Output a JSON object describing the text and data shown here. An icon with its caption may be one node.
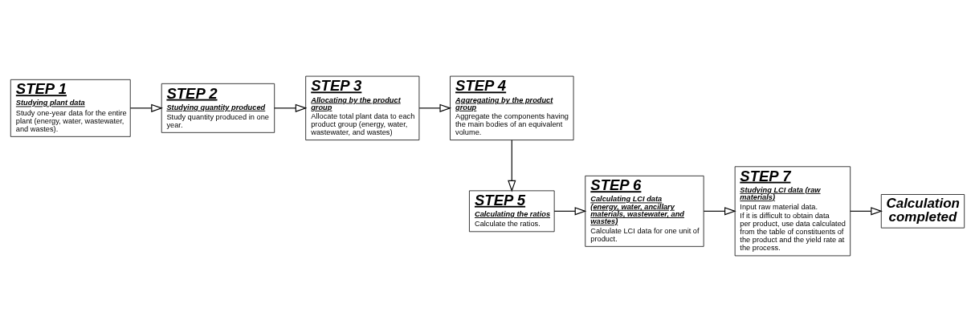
{
  "diagram": {
    "nodes": [
      {
        "text": [
          "STEP 1",
          "Studying plant data",
          "Study one-year data for the entire plant (energy, water, wastewater, and wastes)."
        ]
      },
      {
        "text": [
          "STEP 2",
          "Studying quantity produced",
          "Study quantity produced in one year."
        ]
      },
      {
        "text": [
          "STEP 3",
          "Allocating by the product group",
          "Allocate total plant data to each product group (energy, water, wastewater, and wastes)"
        ]
      },
      {
        "text": [
          "STEP 4",
          "Aggregating by the product group",
          "Aggregate the components having the main bodies of an equivalent volume."
        ]
      },
      {
        "text": [
          "STEP 5",
          "Calculating the ratios",
          "Calculate the ratios."
        ]
      },
      {
        "text": [
          "STEP 6",
          "Calculating LCI data (energy, water, ancillary materials, wastewater, and wastes)",
          "Calculate LCI data for one unit of product."
        ]
      },
      {
        "text": [
          "STEP 7",
          "Studying LCI data (raw materials)",
          "Input raw material data.",
          "If it is difficult to obtain data per product, use data calculated from the table of constituents of the product and the yield rate at the process."
        ]
      },
      {
        "text": [
          "Calculation completed"
        ]
      }
    ],
    "edges": [
      {
        "from": 0,
        "to": 1,
        "arrow": "to"
      },
      {
        "from": 1,
        "to": 2,
        "arrow": "to"
      },
      {
        "from": 2,
        "to": 3,
        "arrow": "to"
      },
      {
        "from": 3,
        "to": 4,
        "arrow": "to"
      },
      {
        "from": 4,
        "to": 5,
        "arrow": "to"
      },
      {
        "from": 5,
        "to": 6,
        "arrow": "to"
      },
      {
        "from": 6,
        "to": 7,
        "arrow": "to"
      }
    ]
  }
}
